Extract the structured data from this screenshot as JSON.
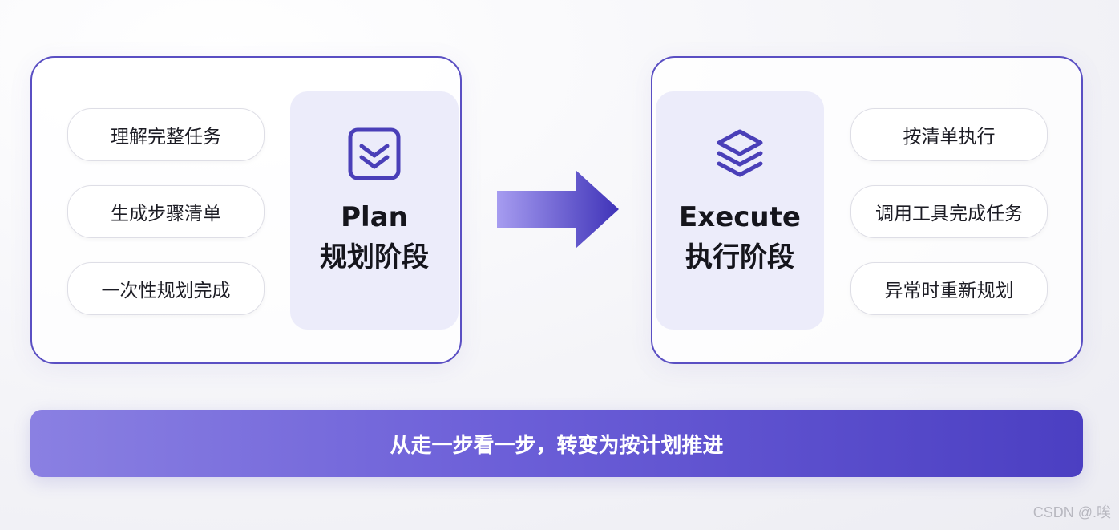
{
  "plan_panel": {
    "items": [
      {
        "label": "理解完整任务"
      },
      {
        "label": "生成步骤清单"
      },
      {
        "label": "一次性规划完成"
      }
    ],
    "stage": {
      "icon": "checklist-down-icon",
      "title": "Plan",
      "subtitle": "规划阶段"
    }
  },
  "execute_panel": {
    "stage": {
      "icon": "layers-icon",
      "title": "Execute",
      "subtitle": "执行阶段"
    },
    "items": [
      {
        "label": "按清单执行"
      },
      {
        "label": "调用工具完成任务"
      },
      {
        "label": "异常时重新规划"
      }
    ]
  },
  "flow_arrow": {
    "icon": "right-arrow-icon"
  },
  "banner": {
    "text": "从走一步看一步，转变为按计划推进"
  },
  "watermark": "CSDN @.唉",
  "colors": {
    "accent": "#5a4fc3",
    "card_bg": "#ececfa",
    "banner_start": "#8a80e2",
    "banner_end": "#4b3fc2"
  }
}
